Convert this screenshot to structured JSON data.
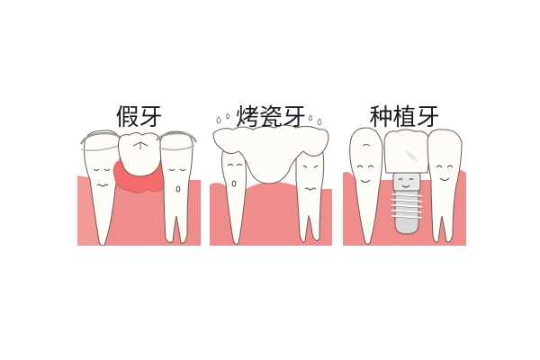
{
  "figure": {
    "panels": [
      {
        "id": "denture",
        "title": "假牙",
        "description": "Removable partial denture: artificial tooth on pink gum base with clasps hooking onto neighbouring worried teeth"
      },
      {
        "id": "porcelain-bridge",
        "title": "烤瓷牙",
        "description": "Porcelain fused bridge: crowns covering ground-down neighbouring teeth, which look distressed and sweating"
      },
      {
        "id": "implant",
        "title": "种植牙",
        "description": "Dental implant: crown on a screw implanted in the jaw, neighbouring teeth smiling happily"
      }
    ],
    "colors": {
      "gum": "#ef8d8d",
      "gum_light": "#f7b3b0",
      "tooth": "#fdfcf7",
      "outline": "#6b5a50",
      "denture_base": "#f26c6c",
      "implant_screw": "#d8d8d8",
      "background": "#ffffff"
    }
  }
}
